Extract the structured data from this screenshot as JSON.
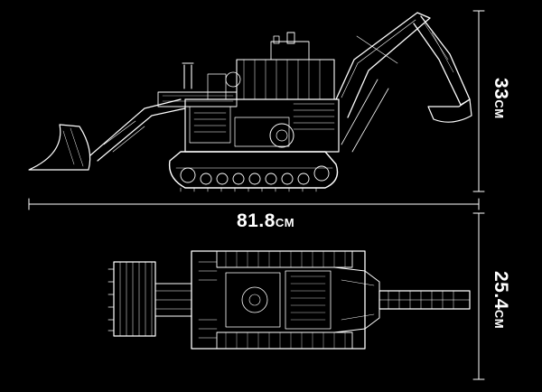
{
  "dimensions": {
    "length": {
      "value": "81.8",
      "unit": "CM"
    },
    "height": {
      "value": "33",
      "unit": "CM"
    },
    "width": {
      "value": "25.4",
      "unit": "CM"
    }
  },
  "colors": {
    "background": "#000000",
    "line": "#ffffff"
  },
  "views": {
    "side": "side-view-drawing",
    "top": "top-view-drawing"
  }
}
